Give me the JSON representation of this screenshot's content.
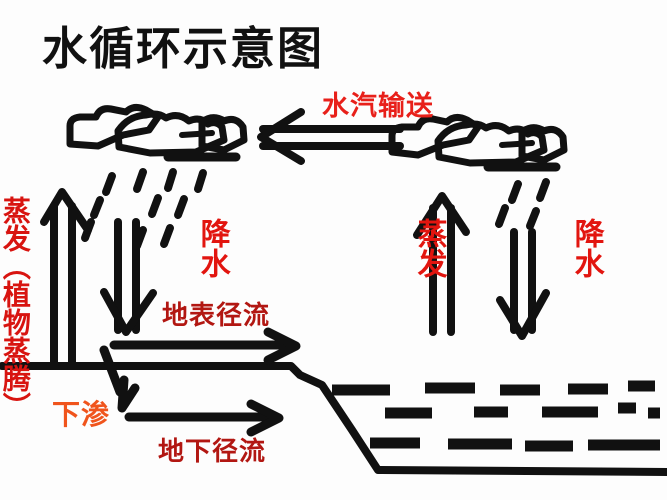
{
  "diagram": {
    "title": "水循环示意图",
    "background_color": "#fdfdfd",
    "stroke_color": "#111111",
    "labels": {
      "vapor_transport": "水汽输送",
      "evaporation_left": "蒸发（植物蒸腾）",
      "evaporation_right": "蒸发",
      "precipitation_left": "降水",
      "precipitation_right": "降水",
      "surface_runoff": "地表径流",
      "ground_runoff": "地下径流",
      "infiltration": "下渗"
    },
    "colors": {
      "title": "#111111",
      "red": "#e8201a",
      "red_vertical": "#e2150f",
      "dark_red": "#b21712",
      "orange": "#f0541c",
      "ink": "#111111"
    },
    "elements": {
      "clouds": 2,
      "rain_groups": 2,
      "up_arrows": 2,
      "down_arrows": 2,
      "left_arrow": 1,
      "runoff_arrows": 2,
      "water_dash_rows": 3
    }
  }
}
